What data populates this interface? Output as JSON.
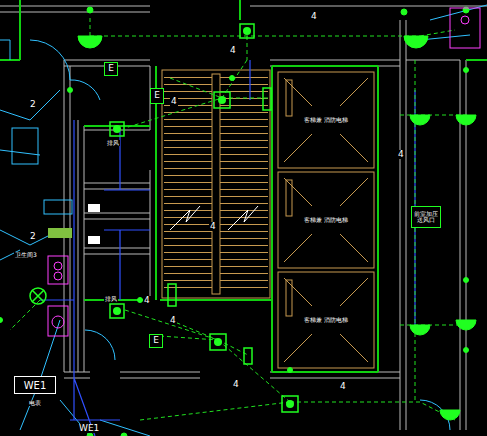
{
  "diagram": {
    "nodes": [
      {
        "text": [
          "E"
        ]
      },
      {
        "text": [
          "E"
        ]
      },
      {
        "text": [
          "E"
        ]
      },
      {
        "text": [
          "客梯兼 消防电梯"
        ]
      },
      {
        "text": [
          "客梯兼 消防电梯"
        ]
      },
      {
        "text": [
          "客梯兼 消防电梯"
        ]
      },
      {
        "text": [
          "前室加压 送风口"
        ]
      },
      {
        "text": [
          "WE1"
        ]
      }
    ],
    "labels": [
      "4",
      "4",
      "4",
      "4",
      "4",
      "4",
      "4",
      "4",
      "4",
      "2",
      "2",
      "排风",
      "排风",
      "卫生间3",
      "电表",
      "WE1"
    ]
  }
}
